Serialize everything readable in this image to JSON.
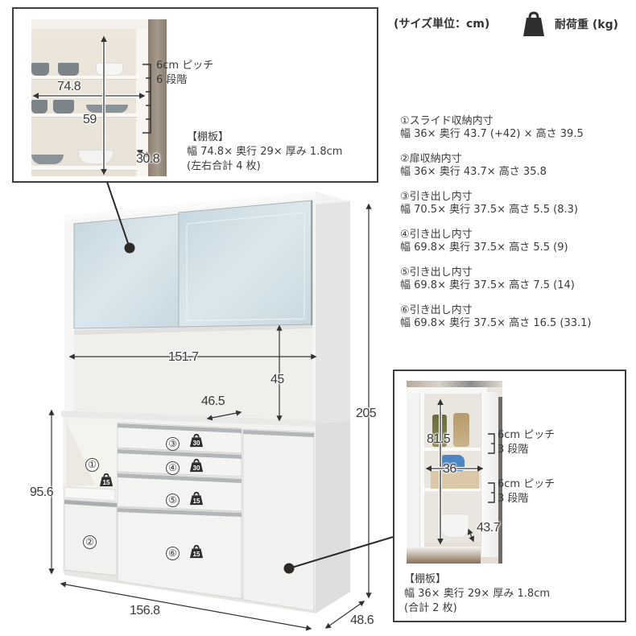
{
  "legend": {
    "unit_label": "(サイズ単位：cm)",
    "weight_icon": "weight-bag-icon",
    "weight_label": "耐荷重 (kg)"
  },
  "top_inset": {
    "dimensions": {
      "width": "74.8",
      "height": "59",
      "depth": "30.8"
    },
    "pitch": {
      "line1": "6cm ピッチ",
      "line2": "6 段階"
    },
    "shelf_board": {
      "title": "【棚板】",
      "spec": "幅 74.8× 奥行 29× 厚み 1.8cm",
      "count": "(左右合計 4 枚)"
    }
  },
  "specs": [
    {
      "title": "①スライド収納内寸",
      "detail": "幅 36× 奥行 43.7 (+42) × 高さ 39.5"
    },
    {
      "title": "②扉収納内寸",
      "detail": "幅 36× 奥行 43.7× 高さ 35.8"
    },
    {
      "title": "③引き出し内寸",
      "detail": "幅 70.5× 奥行 37.5× 高さ 5.5 (8.3)"
    },
    {
      "title": "④引き出し内寸",
      "detail": "幅 69.8× 奥行 37.5× 高さ 5.5 (9)"
    },
    {
      "title": "⑤引き出し内寸",
      "detail": "幅 69.8× 奥行 37.5× 高さ 7.5 (14)"
    },
    {
      "title": "⑥引き出し内寸",
      "detail": "幅 69.8× 奥行 37.5× 高さ 16.5 (33.1)"
    }
  ],
  "cabinet": {
    "dimensions": {
      "open_width": "151.7",
      "open_height": "45",
      "open_depth": "46.5",
      "total_height": "205",
      "lower_height": "95.6",
      "total_width": "156.8",
      "total_depth": "48.6"
    },
    "compartments": [
      {
        "id": "①",
        "weight": "15"
      },
      {
        "id": "②",
        "weight": ""
      },
      {
        "id": "③",
        "weight": "30"
      },
      {
        "id": "④",
        "weight": "30"
      },
      {
        "id": "⑤",
        "weight": "15"
      },
      {
        "id": "⑥",
        "weight": "15"
      }
    ]
  },
  "bottom_inset": {
    "dimensions": {
      "height": "81.5",
      "width": "36",
      "depth": "43.7"
    },
    "pitch_upper": {
      "line1": "6cm ピッチ",
      "line2": "3 段階"
    },
    "pitch_lower": {
      "line1": "6cm ピッチ",
      "line2": "3 段階"
    },
    "shelf_board": {
      "title": "【棚板】",
      "spec": "幅 36× 奥行 29× 厚み 1.8cm",
      "count": "(合計 2 枚)"
    }
  },
  "colors": {
    "frame": "#3f3f3f",
    "text": "#3a3a3a",
    "glass": "#d4e2e9",
    "cabinet": "#f5f5f3",
    "weight_icon": "#2f2f2f"
  }
}
